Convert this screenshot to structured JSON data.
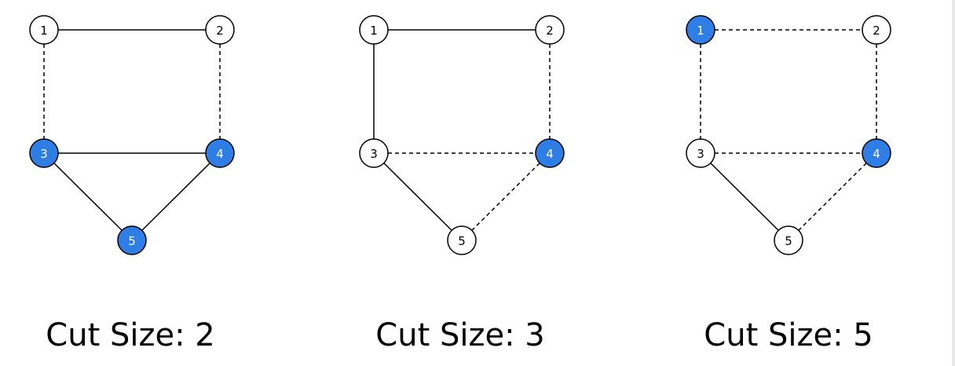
{
  "colors": {
    "selected_fill": "#2f7ee6",
    "unselected_fill": "#ffffff",
    "selected_text": "#ffffff",
    "unselected_text": "#000000"
  },
  "panels": [
    {
      "caption": "Cut Size: 2",
      "nodes": [
        {
          "id": "1",
          "label": "1",
          "selected": false
        },
        {
          "id": "2",
          "label": "2",
          "selected": false
        },
        {
          "id": "3",
          "label": "3",
          "selected": true
        },
        {
          "id": "4",
          "label": "4",
          "selected": true
        },
        {
          "id": "5",
          "label": "5",
          "selected": true
        }
      ],
      "edges": [
        {
          "from": "1",
          "to": "2",
          "cut": false
        },
        {
          "from": "1",
          "to": "3",
          "cut": true
        },
        {
          "from": "2",
          "to": "4",
          "cut": true
        },
        {
          "from": "3",
          "to": "4",
          "cut": false
        },
        {
          "from": "3",
          "to": "5",
          "cut": false
        },
        {
          "from": "4",
          "to": "5",
          "cut": false
        }
      ]
    },
    {
      "caption": "Cut Size: 3",
      "nodes": [
        {
          "id": "1",
          "label": "1",
          "selected": false
        },
        {
          "id": "2",
          "label": "2",
          "selected": false
        },
        {
          "id": "3",
          "label": "3",
          "selected": false
        },
        {
          "id": "4",
          "label": "4",
          "selected": true
        },
        {
          "id": "5",
          "label": "5",
          "selected": false
        }
      ],
      "edges": [
        {
          "from": "1",
          "to": "2",
          "cut": false
        },
        {
          "from": "1",
          "to": "3",
          "cut": false
        },
        {
          "from": "2",
          "to": "4",
          "cut": true
        },
        {
          "from": "3",
          "to": "4",
          "cut": true
        },
        {
          "from": "3",
          "to": "5",
          "cut": false
        },
        {
          "from": "4",
          "to": "5",
          "cut": true
        }
      ]
    },
    {
      "caption": "Cut Size: 5",
      "nodes": [
        {
          "id": "1",
          "label": "1",
          "selected": true
        },
        {
          "id": "2",
          "label": "2",
          "selected": false
        },
        {
          "id": "3",
          "label": "3",
          "selected": false
        },
        {
          "id": "4",
          "label": "4",
          "selected": true
        },
        {
          "id": "5",
          "label": "5",
          "selected": false
        }
      ],
      "edges": [
        {
          "from": "1",
          "to": "2",
          "cut": true
        },
        {
          "from": "1",
          "to": "3",
          "cut": true
        },
        {
          "from": "2",
          "to": "4",
          "cut": true
        },
        {
          "from": "3",
          "to": "4",
          "cut": true
        },
        {
          "from": "3",
          "to": "5",
          "cut": false
        },
        {
          "from": "4",
          "to": "5",
          "cut": true
        }
      ]
    }
  ]
}
